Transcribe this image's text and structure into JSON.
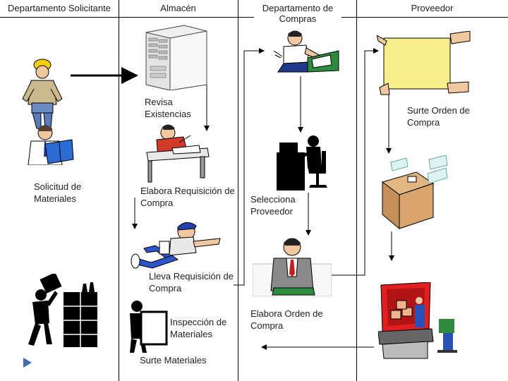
{
  "lanes": {
    "solicitante": "Departamento Solicitante",
    "almacen": "Almacén",
    "compras": "Departamento de Compras",
    "proveedor": "Proveedor"
  },
  "steps": {
    "solicitud": "Solicitud de Materiales",
    "revisa": "Revisa Existencias",
    "elabora_req": "Elabora Requisición de Compra",
    "lleva_req": "Lleva Requisición de Compra",
    "inspeccion": "Inspección de Materiales",
    "surte_mat": "Surte Materiales",
    "selecciona": "Selecciona Proveedor",
    "elabora_orden": "Elabora Orden de Compra",
    "surte_orden": "Surte Orden de Compra"
  },
  "colors": {
    "line": "#000000",
    "nav_triangle": "#3f6db3"
  },
  "icons": [
    "worker-hardhat-icon",
    "person-reading-icon",
    "server-computer-icon",
    "person-desk-icon",
    "person-writing-icon",
    "person-computer-icon",
    "running-messenger-icon",
    "businessman-icon",
    "person-carrying-box-icon",
    "shelf-icon",
    "inspector-icon",
    "package-hands-icon",
    "flying-box-icon",
    "delivery-truck-icon",
    "nav-triangle-icon"
  ]
}
